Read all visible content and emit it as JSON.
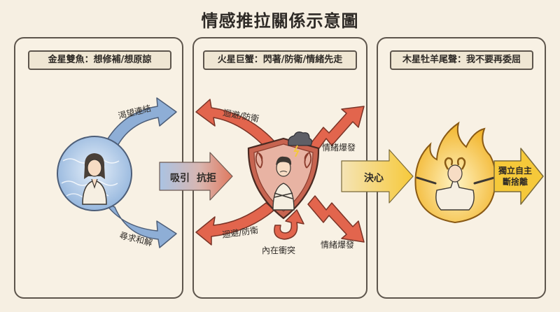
{
  "title": "情感推拉關係示意圖",
  "panels": [
    {
      "header": "金星雙魚：想修補/想原諒"
    },
    {
      "header": "火星巨蟹：閃著/防衛/情緒先走"
    },
    {
      "header": "木星牡羊尾聲：我不要再委屈"
    }
  ],
  "labels": {
    "longing": "渴望連結",
    "seek": "尋求和解",
    "attract": "吸引",
    "resist": "抗拒",
    "avoid_top": "迴避/防衛",
    "avoid_bottom": "迴避/防衛",
    "outburst_top": "情緒爆發",
    "outburst_bottom": "情緒爆發",
    "inner_conflict": "內在衝突",
    "resolve": "決心",
    "independence_1": "獨立自主",
    "independence_2": "斷捨離"
  },
  "colors": {
    "blue": "#7fa3cf",
    "red": "#d9604a",
    "yellow": "#f4c83c",
    "shield": "#c25a48"
  }
}
